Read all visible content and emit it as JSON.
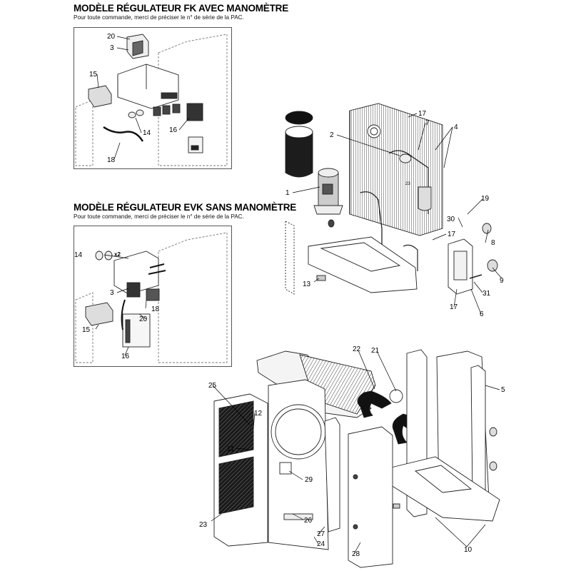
{
  "sections": [
    {
      "title": "MODÈLE RÉGULATEUR FK AVEC MANOMÈTRE",
      "subtitle": "Pour toute commande, merci de préciser le n° de série de la PAC."
    },
    {
      "title": "MODÈLE RÉGULATEUR EVK SANS MANOMÈTRE",
      "subtitle": "Pour toute commande, merci de préciser le n° de série de la PAC."
    }
  ],
  "callouts": {
    "fk": [
      "20",
      "3",
      "15",
      "14",
      "16",
      "18"
    ],
    "evk": [
      "14",
      "x2",
      "3",
      "18",
      "20",
      "15",
      "16"
    ],
    "main": [
      "17",
      "7",
      "4",
      "2",
      "1",
      "23",
      "19",
      "30",
      "17",
      "8",
      "13",
      "31",
      "9",
      "17",
      "6"
    ],
    "casing": [
      "22",
      "21",
      "5",
      "25",
      "12",
      "11",
      "29",
      "23",
      "26",
      "27",
      "24",
      "28",
      "10"
    ]
  }
}
